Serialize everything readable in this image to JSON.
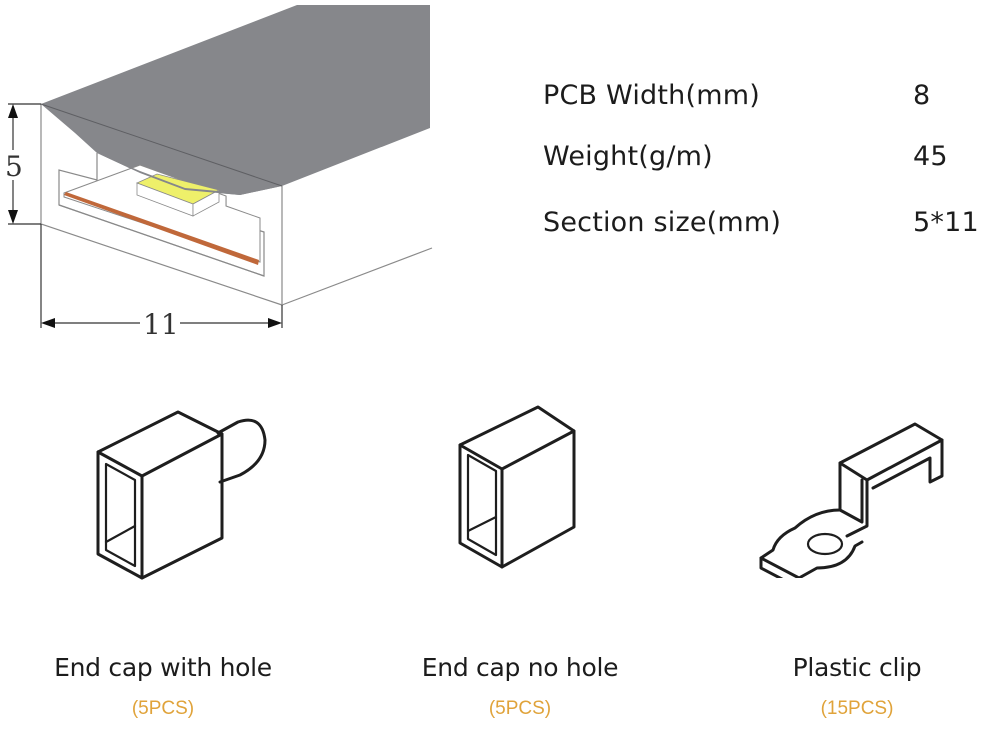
{
  "profile_drawing": {
    "height_dimension": "5",
    "width_dimension": "11",
    "colors": {
      "diffuser": "#86878b",
      "led_chip": "#eef06a",
      "pcb_strip": "#c0683a",
      "outline": "#8a8a8a"
    }
  },
  "specs": [
    {
      "label": "PCB Width(mm)",
      "value": "8"
    },
    {
      "label": "Weight(g/m)",
      "value": "45"
    },
    {
      "label": "Section size(mm)",
      "value": "5*11"
    }
  ],
  "accessories": [
    {
      "name": "End cap with hole",
      "quantity": "(5PCS)",
      "icon": "end-cap-with-hole-icon"
    },
    {
      "name": "End cap no hole",
      "quantity": "(5PCS)",
      "icon": "end-cap-no-hole-icon"
    },
    {
      "name": "Plastic clip",
      "quantity": "(15PCS)",
      "icon": "plastic-clip-icon"
    }
  ],
  "colors": {
    "quantity_text": "#e0a33a",
    "text": "#1c1c1c"
  }
}
